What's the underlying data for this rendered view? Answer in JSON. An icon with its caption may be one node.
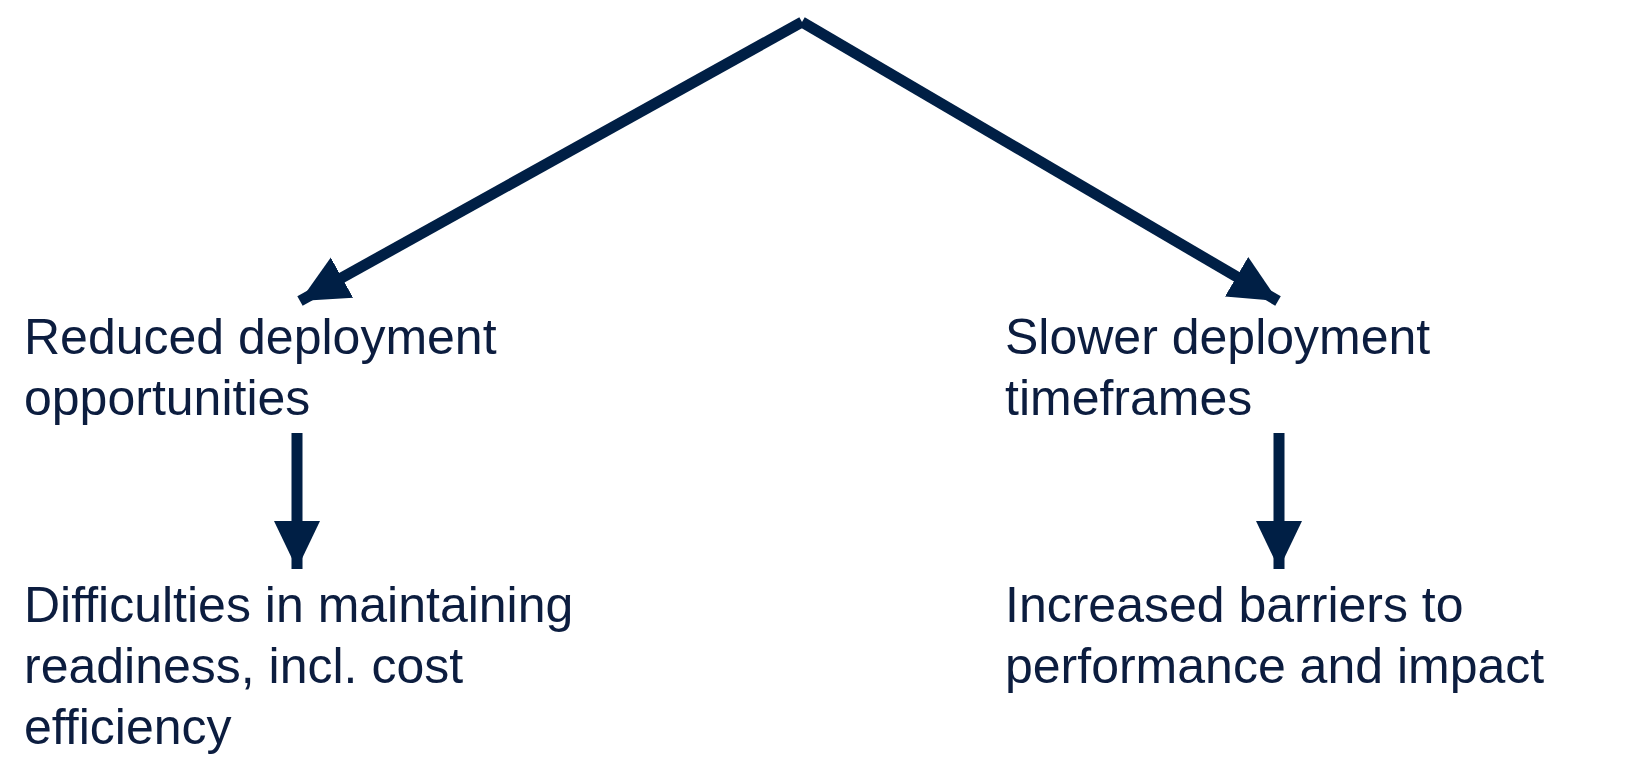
{
  "diagram": {
    "nodes": [
      {
        "text": [
          "Reduced deployment opportunities"
        ]
      },
      {
        "text": [
          "Slower deployment timeframes"
        ]
      },
      {
        "text": [
          "Difficulties in maintaining readiness, incl. cost efficiency"
        ]
      },
      {
        "text": [
          "Increased barriers to performance and impact"
        ]
      }
    ],
    "edges": [
      {
        "from": null,
        "to": 0,
        "arrow": "to"
      },
      {
        "from": null,
        "to": 1,
        "arrow": "to"
      },
      {
        "from": 0,
        "to": 2,
        "arrow": "to"
      },
      {
        "from": 1,
        "to": 3,
        "arrow": "to"
      }
    ]
  }
}
